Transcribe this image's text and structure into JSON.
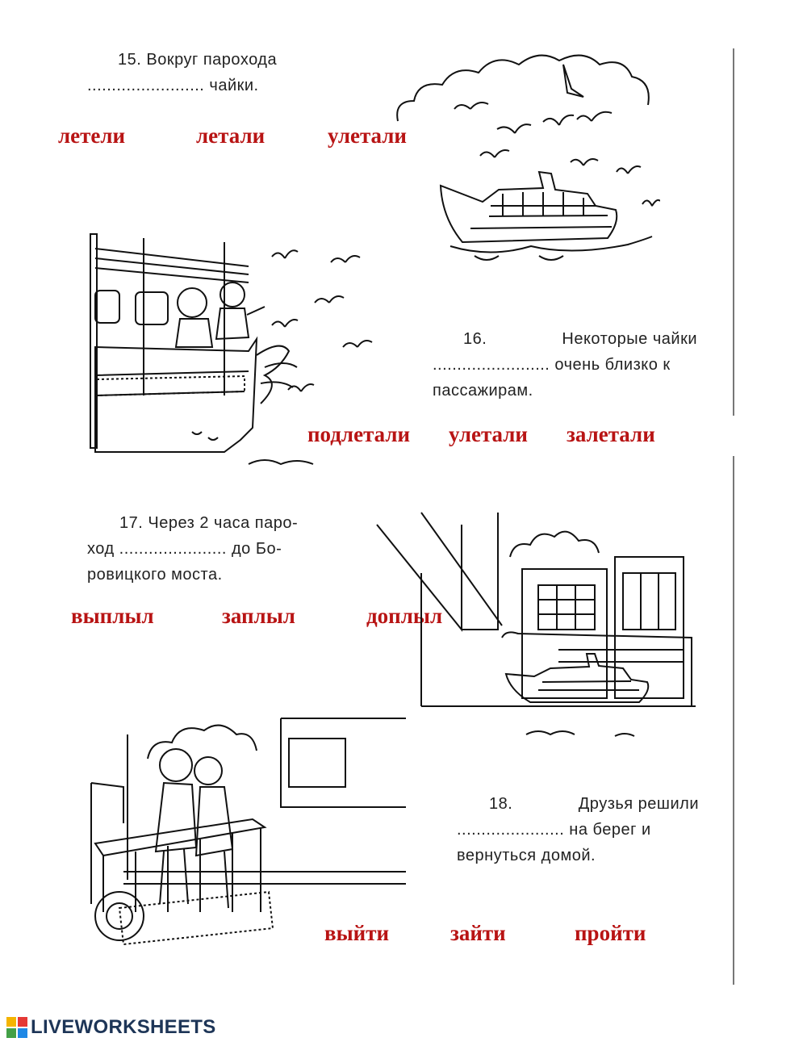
{
  "questions": [
    {
      "number": "15.",
      "lines": [
        "Вокруг парохода",
        "........................ чайки."
      ],
      "options": [
        "летели",
        "летали",
        "улетали"
      ]
    },
    {
      "number": "16.",
      "lines": [
        "Некоторые чайки",
        "........................ очень близко к",
        "пассажирам."
      ],
      "options": [
        "подлетали",
        "улетали",
        "залетали"
      ]
    },
    {
      "number": "17.",
      "lines": [
        "Через 2 часа паро-",
        "ход ...................... до Бо-",
        "ровицкого моста."
      ],
      "options": [
        "выплыл",
        "заплыл",
        "доплыл"
      ]
    },
    {
      "number": "18.",
      "lines": [
        "Друзья решили",
        "...................... на берег и",
        "вернуться домой."
      ],
      "options": [
        "выйти",
        "зайти",
        "пройти"
      ]
    }
  ],
  "footer": {
    "brand": "LIVEWORKSHEETS"
  },
  "colors": {
    "option_text": "#b81414",
    "body_text": "#222222",
    "brand": "#1d3557"
  },
  "icons": [
    "liveworksheets-logo-icon"
  ]
}
